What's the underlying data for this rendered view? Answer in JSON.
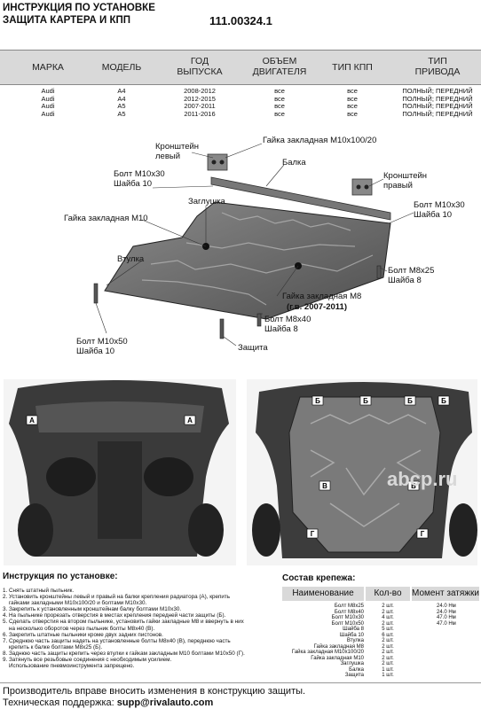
{
  "header": {
    "title_line1": "ИНСТРУКЦИЯ ПО УСТАНОВКЕ",
    "title_line2": "ЗАЩИТА КАРТЕРА И КПП",
    "doc_number": "111.00324.1"
  },
  "table": {
    "headers": [
      "МАРКА",
      "МОДЕЛЬ",
      "ГОД\nВЫПУСКА",
      "ОБЪЕМ\nДВИГАТЕЛЯ",
      "ТИП КПП",
      "ТИП\nПРИВОДА"
    ],
    "rows": [
      [
        "Audi",
        "A4",
        "2008-2012",
        "все",
        "все",
        "ПОЛНЫЙ; ПЕРЕДНИЙ"
      ],
      [
        "Audi",
        "A4",
        "2012-2015",
        "все",
        "все",
        "ПОЛНЫЙ; ПЕРЕДНИЙ"
      ],
      [
        "Audi",
        "A5",
        "2007-2011",
        "все",
        "все",
        "ПОЛНЫЙ; ПЕРЕДНИЙ"
      ],
      [
        "Audi",
        "A5",
        "2011-2016",
        "все",
        "все",
        "ПОЛНЫЙ; ПЕРЕДНИЙ"
      ]
    ]
  },
  "diagram_labels": {
    "bracket_left": "Кронштейн\nлевый",
    "nut_m10x100": "Гайка закладная М10х100/20",
    "beam": "Балка",
    "bracket_right": "Кронштейн\nправый",
    "bolt_m10x30_left": "Болт М10х30\nШайба 10",
    "plug": "Заглушка",
    "bolt_m10x30_right": "Болт М10х30\nШайба 10",
    "nut_m10": "Гайка закладная М10",
    "sleeve": "Втулка",
    "bolt_m8x25": "Болт М8х25\nШайба 8",
    "nut_m8": "Гайка закладная М8",
    "nut_m8_years": "(г.в. 2007-2011)",
    "bolt_m8x40": "Болт М8х40\nШайба 8",
    "bolt_m10x50": "Болт М10х50\nШайба 10",
    "shield": "Защита"
  },
  "photo_marks": {
    "left": [
      "А",
      "А"
    ],
    "right": [
      "Б",
      "Б",
      "Б",
      "Б",
      "В",
      "В",
      "Г",
      "Г"
    ]
  },
  "watermark": "abcp.ru",
  "instructions": {
    "title": "Инструкция по установке:",
    "steps": [
      "1. Снять штатный пыльник.",
      "2. Установить кронштейны левый и правый на балки крепления радиатора (А), крепить",
      "    гайками закладными М10х100/20 и болтами М10х30.",
      "3. Закрепить к установленным кронштейнам балку болтами М10х30.",
      "4. На пыльнике прорезать отверстия в местах крепления передней части защиты (Б).",
      "5. Сделать отверстия на втором пыльнике, установить гайки закладные М8 и ввернуть в них",
      "    на несколько оборотов через пыльник болты М8х40 (В).",
      "6. Закрепить штатные пыльники кроме двух задних пистонов.",
      "7. Среднюю часть защиты надеть на установленные болты М8х40 (В), переднюю часть",
      "    крепить к балке болтами М8х25 (Б).",
      "8. Заднюю часть защиты крепить через втулки к гайкам закладным М10 болтами М10х50 (Г).",
      "9. Затянуть все резьбовые соединения с необходимым усилием.",
      "    Использование пневмоинструмента запрещено."
    ]
  },
  "fasteners": {
    "title": "Состав крепежа:",
    "headers": [
      "Наименование",
      "Кол-во",
      "Момент затяжки"
    ],
    "rows": [
      [
        "Болт М8х25",
        "2 шт.",
        "24.0 Нм"
      ],
      [
        "Болт М8х40",
        "2 шт.",
        "24.0 Нм"
      ],
      [
        "Болт М10х30",
        "4 шт.",
        "47.0 Нм"
      ],
      [
        "Болт М10х50",
        "2 шт.",
        "47.0 Нм"
      ],
      [
        "Шайба 8",
        "5 шт.",
        ""
      ],
      [
        "Шайба 10",
        "6 шт.",
        ""
      ],
      [
        "Втулка",
        "2 шт.",
        ""
      ],
      [
        "Гайка закладная М8",
        "2 шт.",
        ""
      ],
      [
        "Гайка закладная М10х100/20",
        "2 шт.",
        ""
      ],
      [
        "Гайка закладная М10",
        "2 шт.",
        ""
      ],
      [
        "Заглушка",
        "2 шт.",
        ""
      ],
      [
        "Балка",
        "1 шт.",
        ""
      ],
      [
        "Защита",
        "1 шт.",
        ""
      ]
    ]
  },
  "footer": {
    "line1": "Производитель вправе вносить изменения в конструкцию защиты.",
    "support_label": "Техническая поддержка: ",
    "support_email": "supp@rivalauto.com"
  }
}
